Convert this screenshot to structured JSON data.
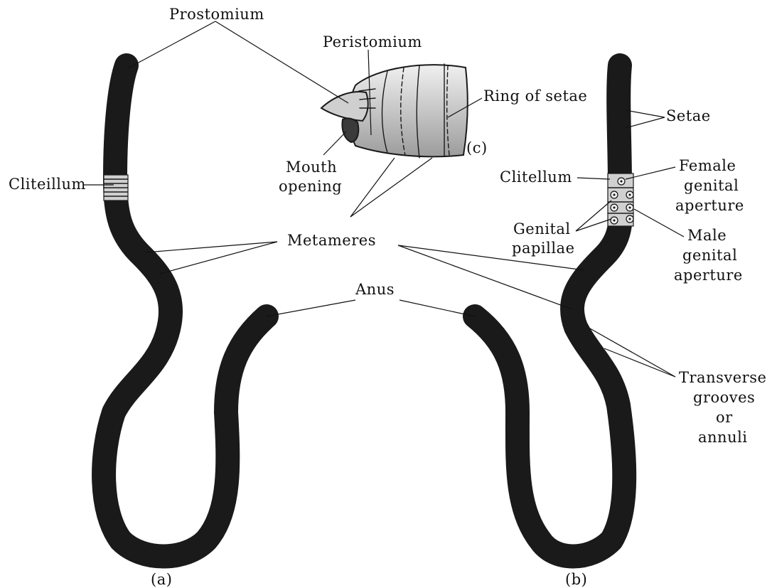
{
  "figure": {
    "labels": {
      "prostomium": "Prostomium",
      "peristomium": "Peristomium",
      "ring_of_setae": "Ring of setae",
      "mouth_line1": "Mouth",
      "mouth_line2": "opening",
      "panel_c": "(c)",
      "cliteillum": "Cliteillum",
      "metameres": "Metameres",
      "anus": "Anus",
      "setae": "Setae",
      "clitellum": "Clitellum",
      "female_line1": "Female",
      "female_line2": "genital",
      "female_line3": "aperture",
      "genital_line1": "Genital",
      "genital_line2": "papillae",
      "male_line1": "Male",
      "male_line2": "genital",
      "male_line3": "aperture",
      "transverse_line1": "Transverse",
      "transverse_line2": "grooves",
      "transverse_line3": "or",
      "transverse_line4": "annuli",
      "panel_a": "(a)",
      "panel_b": "(b)"
    },
    "colors": {
      "body_fill": "#b8b8b8",
      "body_stroke": "#1a1a1a",
      "dark_side": "#2a2a2a",
      "light_side": "#f2f2f2"
    }
  }
}
